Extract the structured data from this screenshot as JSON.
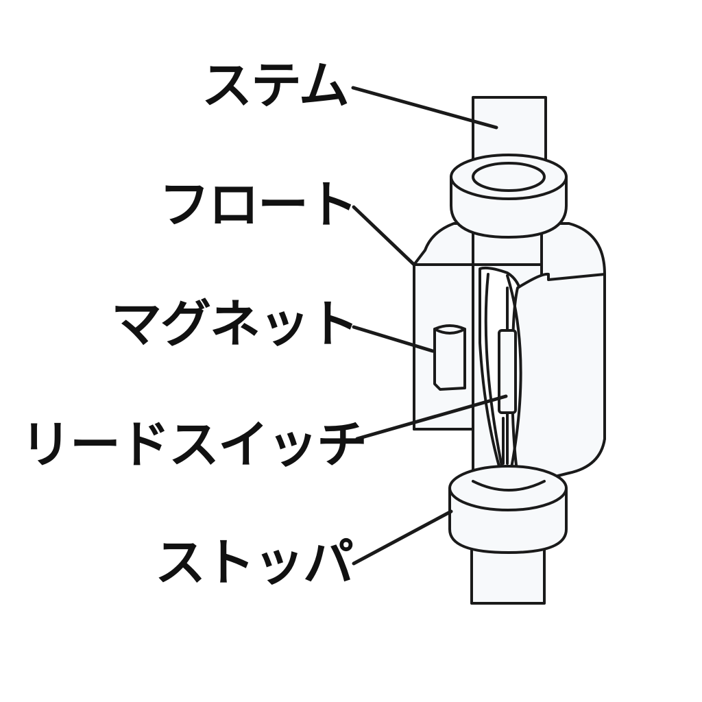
{
  "labels": {
    "stem": "ステム",
    "float": "フロート",
    "magnet": "マグネット",
    "reed_switch": "リードスイッチ",
    "stopper": "ストッパ"
  },
  "colors": {
    "line": "#1a1a1a",
    "fill": "#f7f9fb",
    "text": "#111111"
  }
}
